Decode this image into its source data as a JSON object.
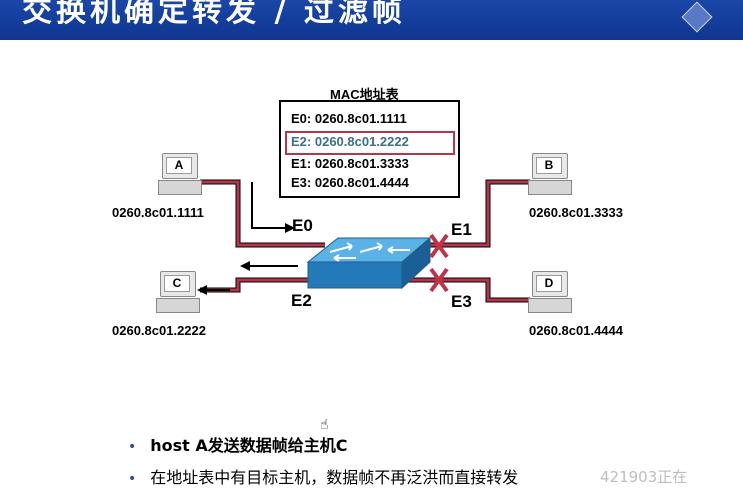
{
  "slide": {
    "title": "交换机确定转发 / 过滤帧"
  },
  "mac_table": {
    "title": "MAC地址表",
    "rows": [
      {
        "port": "E0:",
        "mac": "0260.8c01.1111"
      },
      {
        "port": "E2:",
        "mac": "0260.8c01.2222"
      },
      {
        "port": "E1:",
        "mac": "0260.8c01.3333"
      },
      {
        "port": "E3:",
        "mac": "0260.8c01.4444"
      }
    ]
  },
  "hosts": {
    "a": {
      "label": "A",
      "mac": "0260.8c01.1111"
    },
    "b": {
      "label": "B",
      "mac": "0260.8c01.3333"
    },
    "c": {
      "label": "C",
      "mac": "0260.8c01.2222"
    },
    "d": {
      "label": "D",
      "mac": "0260.8c01.4444"
    }
  },
  "ports": {
    "e0": "E0",
    "e1": "E1",
    "e2": "E2",
    "e3": "E3"
  },
  "bullets": [
    "host A发送数据帧给主机C",
    "在地址表中有目标主机，数据帧不再泛洪而直接转发"
  ],
  "watermark": "421903正在",
  "colors": {
    "link": "#b3374b",
    "title_bg": "#1a47a8",
    "highlight_text": "#3d6f87",
    "blocked": "#c0334a"
  }
}
